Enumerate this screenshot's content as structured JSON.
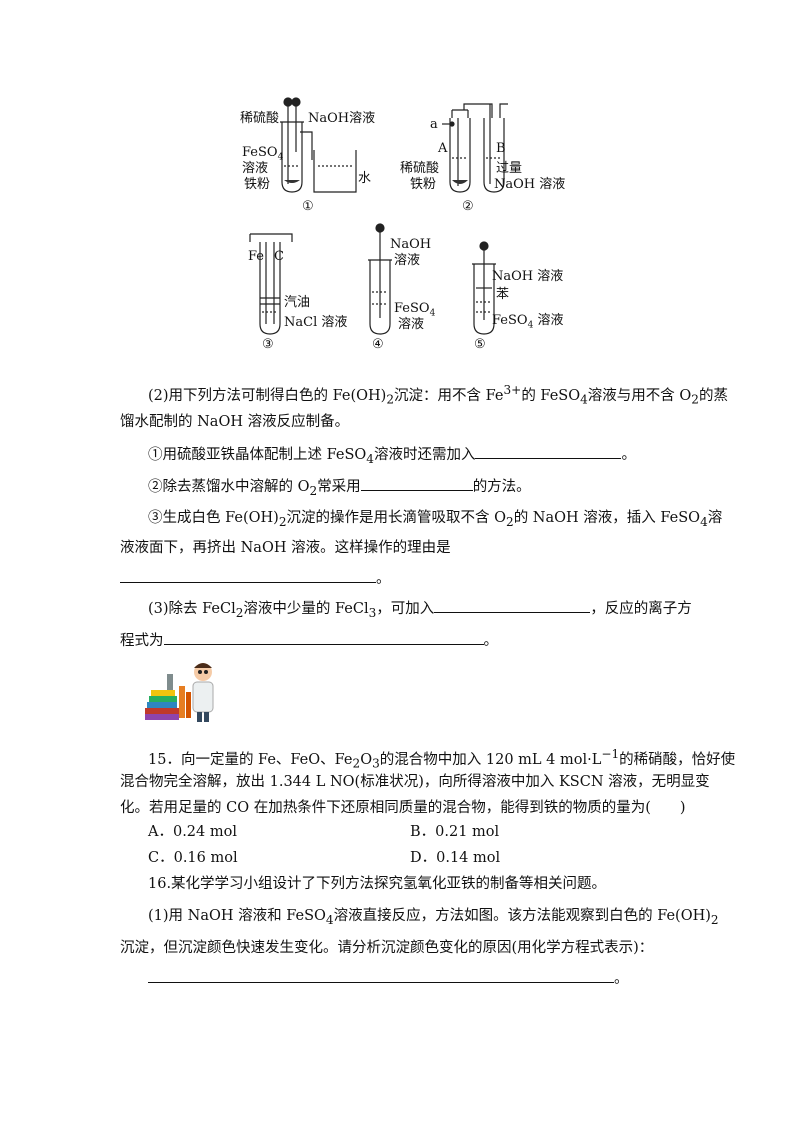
{
  "figure": {
    "app1": {
      "num": "①",
      "dilute_acid": "稀硫酸",
      "naoh": "NaOH溶液",
      "feso4_a": "FeSO",
      "feso4_b": "溶液",
      "iron": "铁粉",
      "water": "水"
    },
    "app2": {
      "num": "②",
      "a": "a",
      "A": "A",
      "B": "B",
      "dilute_acid": "稀硫酸",
      "excess": "过量",
      "naoh": "NaOH 溶液",
      "iron": "铁粉"
    },
    "app3": {
      "num": "③",
      "fe": "Fe",
      "c": "C",
      "gasoline": "汽油",
      "nacl": "NaCl 溶液"
    },
    "app4": {
      "num": "④",
      "naoh_a": "NaOH",
      "naoh_b": "溶液",
      "feso4_a": "FeSO",
      "feso4_b": "溶液"
    },
    "app5": {
      "num": "⑤",
      "naoh": "NaOH 溶液",
      "benzene": "苯",
      "feso4": "FeSO",
      "feso4_tail": "溶液"
    }
  },
  "q2": {
    "intro_a": "(2)用下列方法可制得白色的 Fe(OH)",
    "intro_b": "沉淀：用不含 Fe",
    "intro_c": "的 FeSO",
    "intro_d": "溶液与用不含 O",
    "intro_e": "的蒸",
    "intro_line2": "馏水配制的 NaOH 溶液反应制备。",
    "sub1_a": "①用硫酸亚铁晶体配制上述 FeSO",
    "sub1_b": "溶液时还需加入",
    "sub1_end": "。",
    "sub2_a": "②除去蒸馏水中溶解的 O",
    "sub2_b": "常采用",
    "sub2_c": "的方法。",
    "sub3_a": "③生成白色 Fe(OH)",
    "sub3_b": "沉淀的操作是用长滴管吸取不含 O",
    "sub3_c": "的 NaOH 溶液，插入 FeSO",
    "sub3_d": "溶",
    "sub3_line2": "液液面下，再挤出 NaOH 溶液。这样操作的理由是",
    "sub3_end": "。"
  },
  "q3": {
    "a": "(3)除去 FeCl",
    "b": "溶液中少量的 FeCl",
    "c": "，可加入",
    "d": "，反应的离子方",
    "line2_a": "程式为",
    "line2_end": "。"
  },
  "q15": {
    "line1_a": "15．向一定量的 Fe、FeO、Fe",
    "line1_b": "O",
    "line1_c": "的混合物中加入 120 mL 4 mol·L",
    "line1_d": "的稀硝酸，恰好使",
    "line2": "混合物完全溶解，放出 1.344 L NO(标准状况)，向所得溶液中加入 KSCN 溶液，无明显变",
    "line3": "化。若用足量的 CO 在加热条件下还原相同质量的混合物，能得到铁的物质的量为(　　)",
    "options": [
      "A．0.24 mol",
      "B．0.21 mol",
      "C．0.16 mol",
      "D．0.14 mol"
    ]
  },
  "q16": {
    "title": "16.某化学学习小组设计了下列方法探究氢氧化亚铁的制备等相关问题。",
    "p1_a": "(1)用 NaOH 溶液和 FeSO",
    "p1_b": "溶液直接反应，方法如图。该方法能观察到白色的 Fe(OH)",
    "line2": "沉淀，但沉淀颜色快速发生变化。请分析沉淀颜色变化的原因(用化学方程式表示)：",
    "end": "。"
  }
}
